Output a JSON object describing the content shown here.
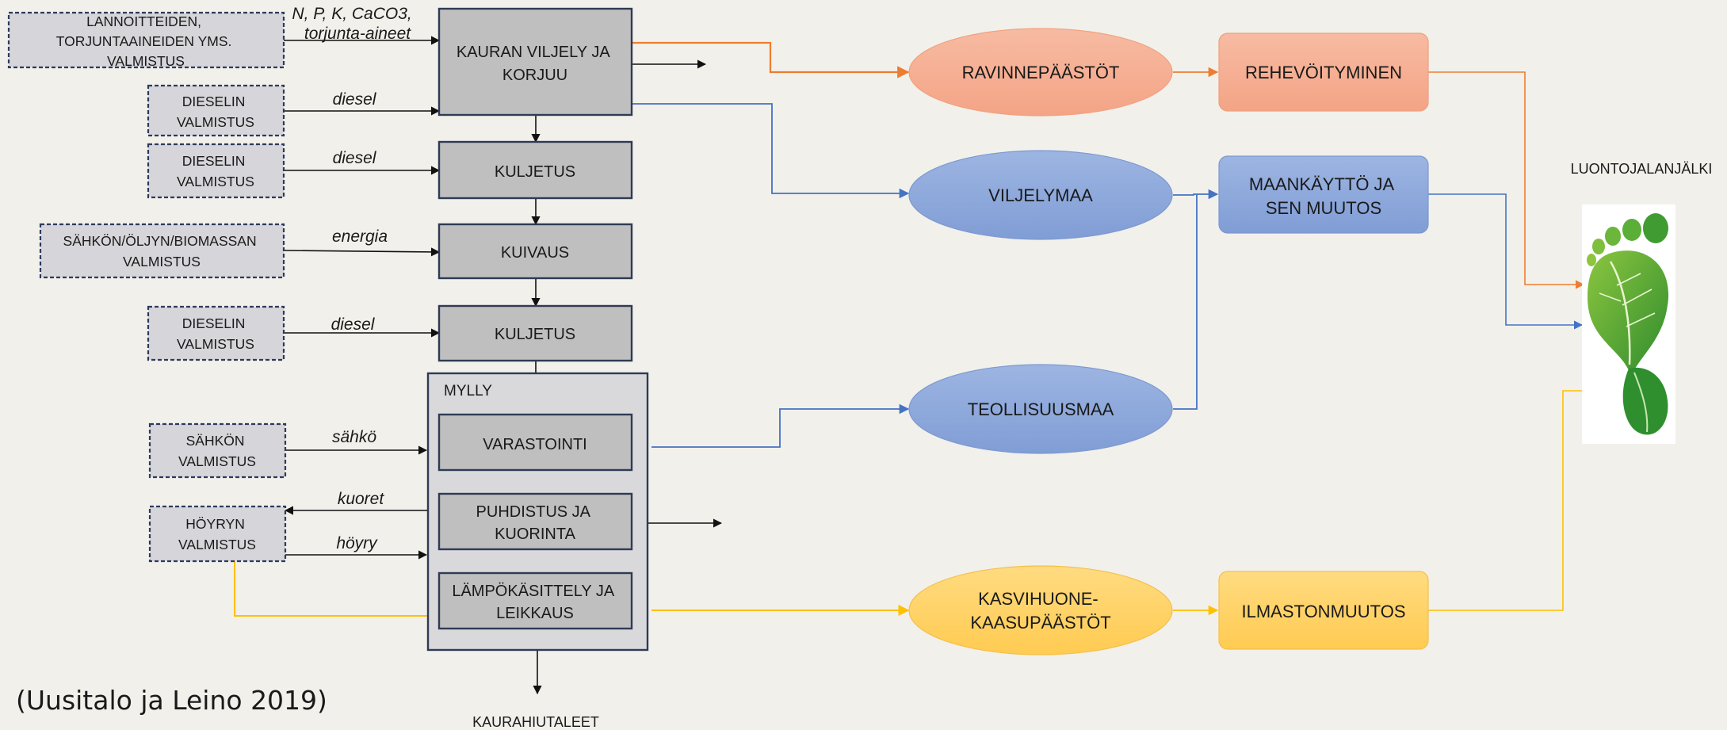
{
  "colors": {
    "background": "#f1f0eb",
    "process_fill": "#bfbfbf",
    "process_border": "#2f3b55",
    "input_fill": "#d6d5d9",
    "input_border": "#2c3a5e",
    "mill_fill": "#d9d9db",
    "orange": "#ed7d31",
    "orange_fill": "#f6b196",
    "blue": "#4472c4",
    "blue_fill": "#8ea9db",
    "yellow": "#ffc000",
    "yellow_fill": "#ffd46b"
  },
  "inputs": [
    {
      "lines": [
        "LANNOITTEIDEN,",
        "TORJUNTAAINEIDEN YMS.",
        "VALMISTUS"
      ]
    },
    {
      "lines": [
        "DIESELIN",
        "VALMISTUS"
      ]
    },
    {
      "lines": [
        "DIESELIN",
        "VALMISTUS"
      ]
    },
    {
      "lines": [
        "SÄHKÖN/ÖLJYN/BIOMASSAN",
        "VALMISTUS"
      ]
    },
    {
      "lines": [
        "DIESELIN",
        "VALMISTUS"
      ]
    },
    {
      "lines": [
        "SÄHKÖN",
        "VALMISTUS"
      ]
    },
    {
      "lines": [
        "HÖYRYN",
        "VALMISTUS"
      ]
    }
  ],
  "input_labels": {
    "fertilizer": [
      "N, P, K, CaCO3,",
      "torjunta-aineet"
    ],
    "diesel1": "diesel",
    "diesel2": "diesel",
    "energy": "energia",
    "diesel3": "diesel",
    "electricity": "sähkö",
    "husks": "kuoret",
    "steam": "höyry"
  },
  "processes": [
    {
      "lines": [
        "KAURAN VILJELY JA",
        "KORJUU"
      ]
    },
    {
      "lines": [
        "KULJETUS"
      ]
    },
    {
      "lines": [
        "KUIVAUS"
      ]
    },
    {
      "lines": [
        "KULJETUS"
      ]
    },
    {
      "lines": [
        "VARASTOINTI"
      ]
    },
    {
      "lines": [
        "PUHDISTUS JA",
        "KUORINTA"
      ]
    },
    {
      "lines": [
        "LÄMPÖKÄSITTELY JA",
        "LEIKKAUS"
      ]
    }
  ],
  "mill_label": "MYLLY",
  "output_label": "KAURAHIUTALEET",
  "impacts": [
    {
      "lines": [
        "RAVINNEPÄÄSTÖT"
      ]
    },
    {
      "lines": [
        "VILJELYMAA"
      ]
    },
    {
      "lines": [
        "TEOLLISUUSMAA"
      ]
    },
    {
      "lines": [
        "KASVIHUONE-",
        "KAASUPÄÄSTÖT"
      ]
    }
  ],
  "effects": [
    {
      "lines": [
        "REHEVÖITYMINEN"
      ]
    },
    {
      "lines": [
        "MAANKÄYTTÖ JA",
        "SEN MUUTOS"
      ]
    },
    {
      "lines": [
        "ILMASTONMUUTOS"
      ]
    }
  ],
  "footprint_label": "LUONTOJALANJÄLKI",
  "citation": "(Uusitalo ja Leino 2019)"
}
